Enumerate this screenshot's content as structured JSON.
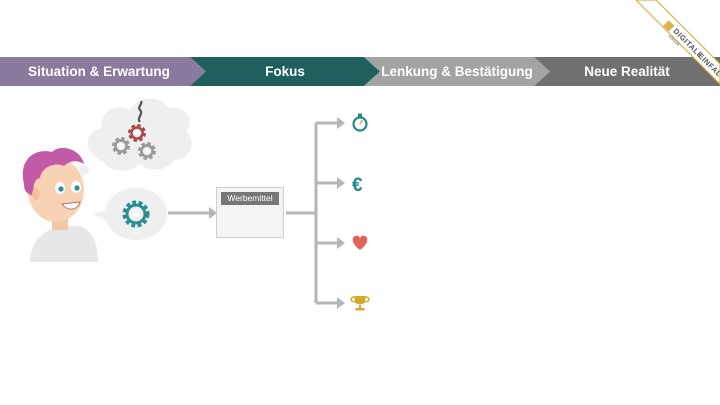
{
  "process": {
    "steps": [
      {
        "label": "Situation & Erwartung",
        "color": "#8a7a9e"
      },
      {
        "label": "Fokus",
        "color": "#1f5f5e"
      },
      {
        "label": "Lenkung & Bestätigung",
        "color": "#a3a3a3"
      },
      {
        "label": "Neue Realität",
        "color": "#707070"
      }
    ]
  },
  "logo": {
    "line1": "DIGITALE",
    "line2": "EINFALTE",
    "sub": "eBook"
  },
  "werbemittel": {
    "label": "Werbemittel"
  },
  "outcomes": [
    {
      "icon": "stopwatch-icon",
      "color": "#1f8a8c"
    },
    {
      "icon": "euro-icon",
      "glyph": "€",
      "color": "#1f8a8c"
    },
    {
      "icon": "heart-icon",
      "color": "#e4645a"
    },
    {
      "icon": "trophy-icon",
      "color": "#d4a72c"
    }
  ],
  "colors": {
    "gear_teal": "#2a8e93",
    "gear_gray": "#9a9a9a",
    "gear_red": "#a94a48",
    "cross": "#e9774a",
    "connector": "#b5b5b5"
  }
}
